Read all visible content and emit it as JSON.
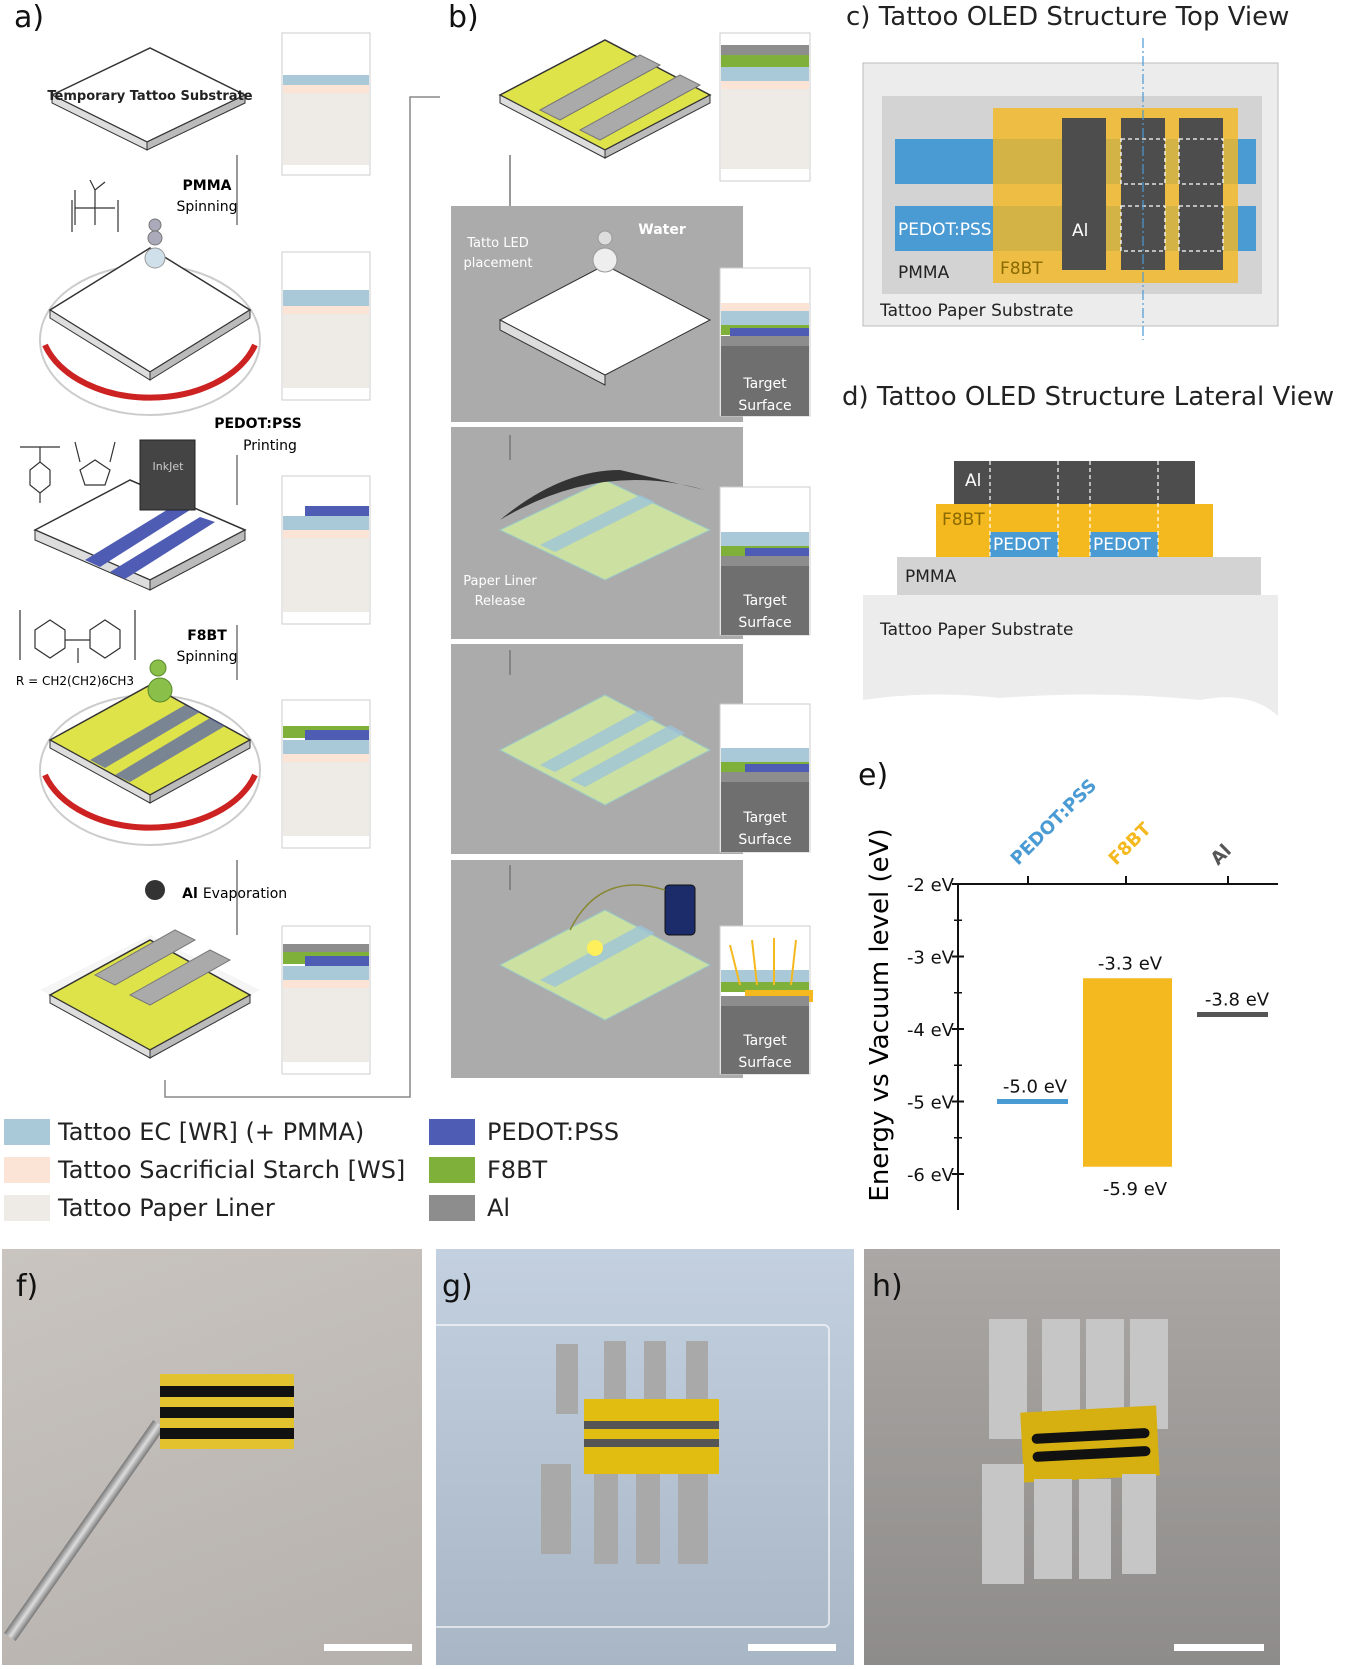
{
  "panel_labels": {
    "a": "a)",
    "b": "b)",
    "c": "c)",
    "d": "d)",
    "e": "e)",
    "f": "f)",
    "g": "g)",
    "h": "h)"
  },
  "panel_a": {
    "substrate": "Temporary Tattoo Substrate",
    "pmma": "PMMA",
    "pmma_step": "Spinning",
    "pedot": "PEDOT:PSS",
    "pedot_step": "Printing",
    "f8bt": "F8BT",
    "f8bt_step": "Spinning",
    "r_group": "R = CH2(CH2)6CH3",
    "al": "Al",
    "al_step": "Evaporation",
    "inkjet": "InkJet"
  },
  "panel_b": {
    "water": "Water",
    "placement": "Tatto LED placement",
    "release": "Paper Liner Release",
    "target": "Target Surface"
  },
  "panel_c": {
    "title": "Tattoo OLED Structure Top View",
    "pedot": "PEDOT:PSS",
    "al": "Al",
    "pmma": "PMMA",
    "f8bt": "F8BT",
    "substrate": "Tattoo Paper Substrate"
  },
  "panel_d": {
    "title": "Tattoo OLED Structure Lateral View",
    "al": "Al",
    "f8bt": "F8BT",
    "pedot": "PEDOT",
    "pmma": "PMMA",
    "substrate": "Tattoo Paper Substrate"
  },
  "legend": [
    {
      "label": "Tattoo EC [WR] (+ PMMA)",
      "color": "#a9c9d8"
    },
    {
      "label": "Tattoo Sacrificial Starch [WS]",
      "color": "#fbe3d6"
    },
    {
      "label": "Tattoo Paper Liner",
      "color": "#eeebe6"
    },
    {
      "label": "PEDOT:PSS",
      "color": "#4f5cb3"
    },
    {
      "label": "F8BT",
      "color": "#7fb03a"
    },
    {
      "label": "Al",
      "color": "#8d8d8d"
    }
  ],
  "colors": {
    "pedot": "#4a9ad4",
    "f8bt": "#f5b920",
    "al": "#4d4d4d",
    "pmma": "#d3d3d3"
  },
  "chart_data": {
    "type": "bar",
    "ylabel": "Energy vs  Vacuum level (eV)",
    "ylim": [
      -6.4,
      -2
    ],
    "yticks": [
      "-2 eV",
      "-3 eV",
      "-4 eV",
      "-5 eV",
      "-6 eV"
    ],
    "ytick_values": [
      -2,
      -3,
      -4,
      -5,
      -6
    ],
    "categories": [
      "PEDOT:PSS",
      "F8BT",
      "Al"
    ],
    "levels": [
      {
        "material": "PEDOT:PSS",
        "value": -5.0,
        "label": "-5.0 eV",
        "color": "#4a9ad4"
      },
      {
        "material": "F8BT",
        "lumo": -3.3,
        "homo": -5.9,
        "lumo_label": "-3.3 eV",
        "homo_label": "-5.9 eV",
        "color": "#f5b920"
      },
      {
        "material": "Al",
        "value": -3.8,
        "label": "-3.8 eV",
        "color": "#555555"
      }
    ]
  }
}
